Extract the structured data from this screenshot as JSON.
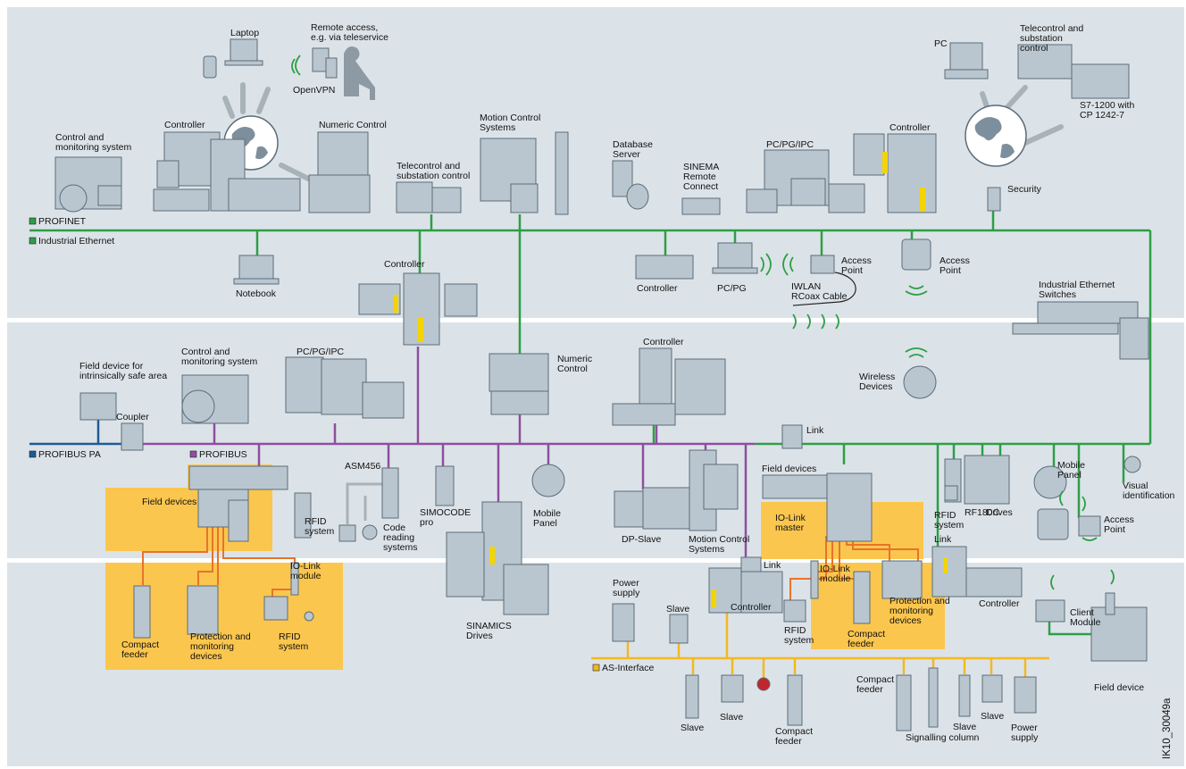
{
  "colors": {
    "band": "#dce3e8",
    "divider": "#ffffff",
    "profinet": "#2e9e46",
    "profibus": "#8e4ea0",
    "profibus_pa": "#1e5b96",
    "asi": "#f2b824",
    "iolink": "#e8732a",
    "zone": "#fbc64e",
    "device": "#b9c6cf",
    "device_edge": "#5b6c79",
    "grey_cable": "#a8b2b9"
  },
  "networks": {
    "profinet": "PROFINET",
    "industrial_ethernet": "Industrial Ethernet",
    "profibus_pa": "PROFIBUS PA",
    "profibus": "PROFIBUS",
    "as_interface": "AS-Interface"
  },
  "labels": {
    "laptop": "Laptop",
    "remote_access": [
      "Remote access,",
      "e.g. via teleservice"
    ],
    "openvpn": "OpenVPN",
    "controller_top": "Controller",
    "control_monitoring_top": [
      "Control and",
      "monitoring system"
    ],
    "numeric_control_top": "Numeric Control",
    "telecontrol_top": [
      "Telecontrol and",
      "substation control"
    ],
    "motion_control_top": [
      "Motion Control",
      "Systems"
    ],
    "database_server": [
      "Database",
      "Server"
    ],
    "sinema": [
      "SINEMA",
      "Remote",
      "Connect"
    ],
    "pcpgipc_top": "PC/PG/IPC",
    "controller_top_right": "Controller",
    "pc": "PC",
    "telecontrol_right": [
      "Telecontrol and",
      "substation",
      "control"
    ],
    "s7_1200": [
      "S7-1200 with",
      "CP 1242-7"
    ],
    "security": "Security",
    "notebook": "Notebook",
    "controller_mid": "Controller",
    "controller_ie": "Controller",
    "pc_pg": "PC/PG",
    "access_point_1": [
      "Access",
      "Point"
    ],
    "access_point_2": [
      "Access",
      "Point"
    ],
    "iwlan": [
      "IWLAN",
      "RCoax Cable"
    ],
    "ie_switches": [
      "Industrial Ethernet",
      "Switches"
    ],
    "field_device_intrinsic": [
      "Field device for",
      "intrinsically safe area"
    ],
    "control_monitoring_mid": [
      "Control and",
      "monitoring system"
    ],
    "pcpgipc_mid": "PC/PG/IPC",
    "numeric_control_mid": [
      "Numeric",
      "Control"
    ],
    "controller_center": "Controller",
    "wireless_devices": [
      "Wireless",
      "Devices"
    ],
    "coupler": "Coupler",
    "link_1": "Link",
    "asm456": "ASM456",
    "field_devices_left": "Field devices",
    "rfid_system_left": [
      "RFID",
      "system"
    ],
    "code_reading": [
      "Code",
      "reading",
      "systems"
    ],
    "simocode": [
      "SIMOCODE",
      "pro"
    ],
    "mobile_panel_1": [
      "Mobile",
      "Panel"
    ],
    "dp_slave": "DP-Slave",
    "motion_control_mid": [
      "Motion Control",
      "Systems"
    ],
    "field_devices_right": "Field devices",
    "iolink_master": [
      "IO-Link",
      "master"
    ],
    "rfid_system_right": [
      "RFID",
      "system"
    ],
    "rf180c": "RF180C",
    "drives": "Drives",
    "mobile_panel_2": [
      "Mobile",
      "Panel"
    ],
    "visual_id": [
      "Visual",
      "identification"
    ],
    "access_point_3": [
      "Access",
      "Point"
    ],
    "link_2": "Link",
    "iolink_module_left": [
      "IO-Link",
      "module"
    ],
    "compact_feeder_left": [
      "Compact",
      "feeder"
    ],
    "protection_left": [
      "Protection and",
      "monitoring",
      "devices"
    ],
    "rfid_system_bottom": [
      "RFID",
      "system"
    ],
    "sinamics": [
      "SINAMICS",
      "Drives"
    ],
    "power_supply_1": [
      "Power",
      "supply"
    ],
    "slave_1": "Slave",
    "link_3": "Link",
    "controller_asi": "Controller",
    "rfid_system_mid": [
      "RFID",
      "system"
    ],
    "iolink_module_right": [
      "IO-Link",
      "module"
    ],
    "compact_feeder_mid": [
      "Compact",
      "feeder"
    ],
    "protection_right": [
      "Protection and",
      "monitoring",
      "devices"
    ],
    "controller_bottom_right": "Controller",
    "client_module": [
      "Client",
      "Module"
    ],
    "field_device": "Field device",
    "slave_2": "Slave",
    "slave_3": "Slave",
    "compact_feeder_bottom": [
      "Compact",
      "feeder"
    ],
    "compact_feeder_right": [
      "Compact",
      "feeder"
    ],
    "signalling_column": "Signalling column",
    "slave_4": "Slave",
    "slave_5": "Slave",
    "power_supply_2": [
      "Power",
      "supply"
    ],
    "image_id": "IK10_30049a"
  }
}
